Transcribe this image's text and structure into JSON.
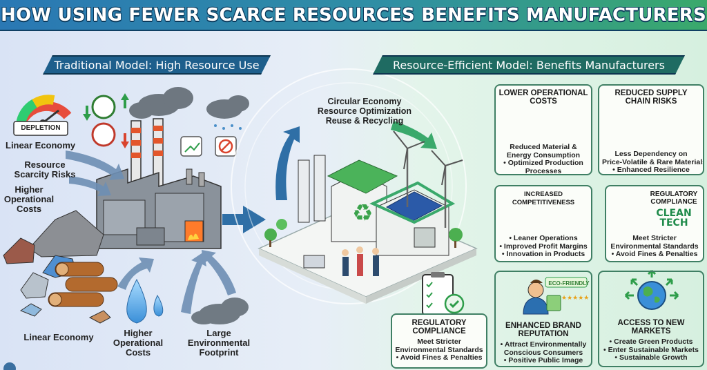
{
  "title": "HOW USING FEWER SCARCE RESOURCES BENEFITS MANUFACTURERS",
  "left_banner": "Traditional Model: High Resource Use",
  "right_banner": "Resource-Efficient Model: Benefits Manufacturers",
  "left_labels": {
    "gauge": "DEPLETION",
    "linear_top": "Linear Economy",
    "scarcity": [
      "Resource",
      "Scarcity Risks"
    ],
    "higher_costs_top": [
      "Higher",
      "Operational",
      "Costs"
    ],
    "linear_bottom": "Linear Economy",
    "higher_costs_bottom": [
      "Higher",
      "Operational",
      "Costs"
    ],
    "footprint": [
      "Large",
      "Environmental",
      "Footprint"
    ]
  },
  "center_labels": [
    "Circular Economy",
    "Resource Optimization",
    "Reuse & Recycling"
  ],
  "cards": {
    "lower_costs": {
      "title": [
        "LOWER OPERATIONAL",
        "COSTS"
      ],
      "body": [
        "Reduced Material &",
        "Energy Consumption",
        "• Optimized Production",
        "Processes"
      ]
    },
    "supply_chain": {
      "title": [
        "REDUCED SUPPLY",
        "CHAIN RISKS"
      ],
      "body": [
        "Less Dependency on",
        "Price-Volatile & Rare Materials",
        "• Enhanced Resilience"
      ]
    },
    "competitiveness": {
      "title": [
        "INCREASED COMPETITIVENESS"
      ],
      "body": [
        "• Leaner Operations",
        "• Improved Profit Margins",
        "• Innovation in Products"
      ]
    },
    "regulatory_right": {
      "title": [
        "REGULATORY",
        "COMPLIANCE"
      ],
      "badge": [
        "CLEAN",
        "TECH"
      ],
      "body": [
        "Meet Stricter",
        "Environmental Standards",
        "• Avoid Fines & Penalties"
      ]
    },
    "regulatory_bottom": {
      "title": [
        "REGULATORY",
        "COMPLIANCE"
      ],
      "body": [
        "Meet Stricter",
        "Environmental Standards",
        "• Avoid Fines & Penalties"
      ]
    },
    "brand": {
      "title": [
        "ENHANCED BRAND",
        "REPUTATION"
      ],
      "badge": "ECO-FRIENDLY",
      "body": [
        "• Attract Environmentally",
        "Conscious Consumers",
        "• Positive Public Image"
      ]
    },
    "markets": {
      "title": [
        "ACCESS TO NEW",
        "MARKETS"
      ],
      "body": [
        "• Create Green Products",
        "• Enter Sustainable Markets",
        "• Sustainable Growth"
      ]
    }
  },
  "colors": {
    "title_band_left": "#2a78b4",
    "title_band_right": "#3aa96b",
    "left_panel": "#dde8f6",
    "right_panel": "#dff3e3",
    "card_border": "#3f7f64",
    "banner_left": "#1e5f8c",
    "banner_right": "#1f6b62"
  }
}
